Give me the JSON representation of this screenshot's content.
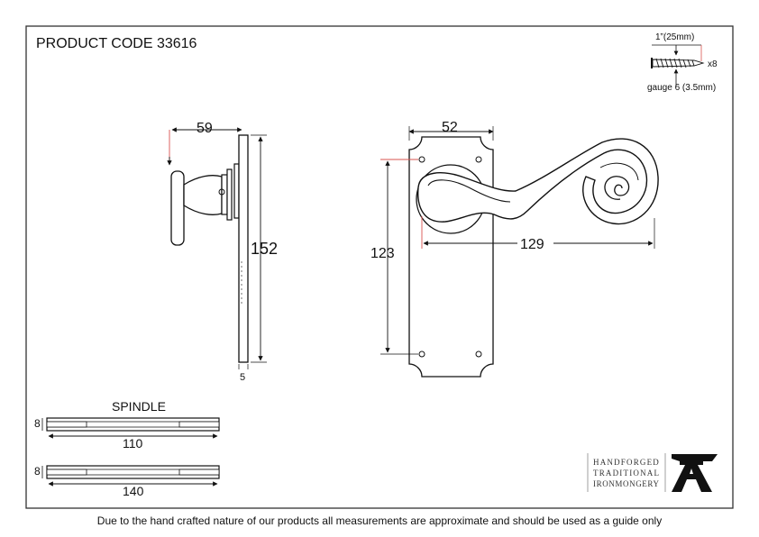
{
  "header": {
    "product_code": "PRODUCT CODE 33616"
  },
  "screw": {
    "length_label": "1”(25mm)",
    "quantity": "x8",
    "gauge_label": "gauge 6 (3.5mm)"
  },
  "side_view": {
    "projection": "59",
    "height": "152",
    "thickness": "5"
  },
  "front_view": {
    "plate_width": "52",
    "fixing_centres": "123",
    "lever_length": "129"
  },
  "spindle": {
    "title": "SPINDLE",
    "items": [
      {
        "size": "8",
        "length": "110"
      },
      {
        "size": "8",
        "length": "140"
      }
    ]
  },
  "brand": {
    "line1": "HANDFORGED",
    "line2": "TRADITIONAL",
    "line3": "IRONMONGERY"
  },
  "footer": {
    "disclaimer": "Due to the hand crafted nature of our products all measurements are approximate and should be used as a guide only"
  },
  "colors": {
    "line": "#111111",
    "accent": "#d9534f",
    "border": "#333333"
  },
  "icons": {
    "brand_logo": "anvil-icon"
  }
}
